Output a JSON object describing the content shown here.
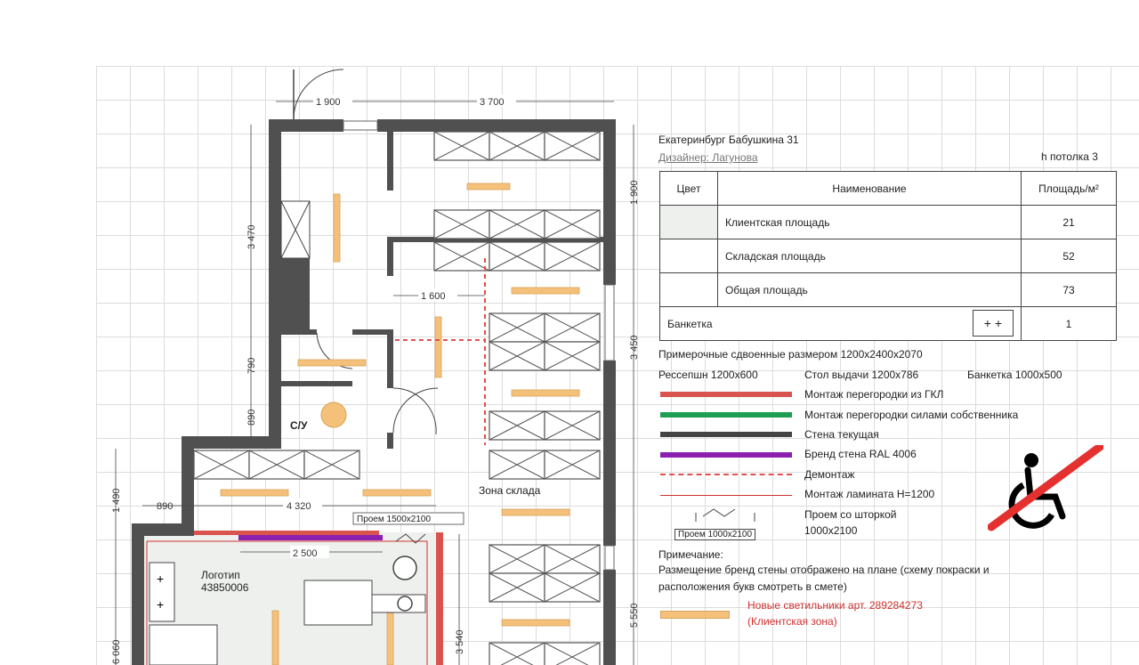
{
  "plan": {
    "dimensions": [
      "1 900",
      "3 700",
      "1 900",
      "3 470",
      "1 600",
      "790",
      "890",
      "3 450",
      "1 490",
      "890",
      "4 320",
      "2 500",
      "3 540",
      "5 550",
      "6 060"
    ],
    "labels": {
      "wc": "С/У",
      "storage_zone": "Зона склада",
      "logo": "Логотип",
      "logo_code": "43850006",
      "opening1": "Проем 1500x2100"
    }
  },
  "legend": {
    "city": "Екатеринбург Бабушкина 31",
    "designer": "Дизайнер: Лагунова",
    "ceiling": "h потолка 3",
    "table": {
      "headers": [
        "Цвет",
        "Наименование",
        "Площадь/м²"
      ],
      "rows": [
        {
          "name": "Клиентская площадь",
          "area": "21"
        },
        {
          "name": "Складская площадь",
          "area": "52"
        },
        {
          "name": "Общая площадь",
          "area": "73"
        }
      ],
      "bench": {
        "name": "Банкетка",
        "symbol": "+ +",
        "value": "1"
      }
    },
    "note_paired": "Примерочные сдвоенные размером 1200x2400x2070",
    "reception": "Ресcепшн 1200x600",
    "issue_desk": "Стол выдачи 1200x786",
    "bench_size": "Банкетка 1000x500",
    "lines": [
      {
        "label": "Монтаж перегородки из ГКЛ",
        "color": "#d9534f"
      },
      {
        "label": "Монтаж перегородки силами собственника",
        "color": "#1e9e52"
      },
      {
        "label": "Стена текущая",
        "color": "#444444"
      },
      {
        "label": "Бренд стена RAL 4006",
        "color": "#8a1fb0"
      },
      {
        "label": "Демонтаж",
        "color": "#e05050"
      },
      {
        "label": "Монтаж ламината Н=1200",
        "color": "#d03030"
      }
    ],
    "curtain_label": "Проем со шторкой",
    "curtain_size": "1000x2100",
    "curtain_tag": "Проем 1000x2100",
    "note_title": "Примечание:",
    "note_text1": "Размещение бренд стены отображено на плане (схему покраски и",
    "note_text2": "расположения букв смотреть в смете)",
    "lights1": "Новые светильники арт. 289284273",
    "lights2": "(Клиентская зона)",
    "light_color": "#f5c07a"
  }
}
